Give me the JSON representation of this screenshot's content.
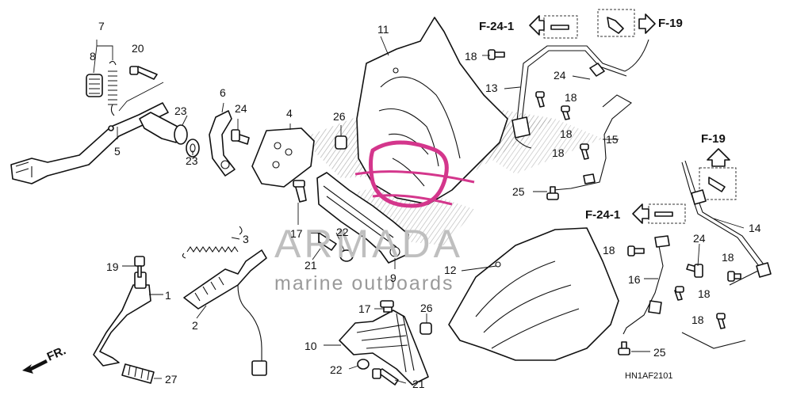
{
  "diagram": {
    "code": "HN1AF2101",
    "front_arrow": "FR.",
    "watermark": {
      "brand": "ARMADA",
      "tagline": "marine outboards"
    },
    "references": [
      {
        "id": "ref-f24-top",
        "text": "F-24-1"
      },
      {
        "id": "ref-f19-top",
        "text": "F-19"
      },
      {
        "id": "ref-f19-right",
        "text": "F-19"
      },
      {
        "id": "ref-f24-mid",
        "text": "F-24-1"
      }
    ],
    "callouts": [
      {
        "id": "c7",
        "text": "7"
      },
      {
        "id": "c8",
        "text": "8"
      },
      {
        "id": "c20",
        "text": "20"
      },
      {
        "id": "c23a",
        "text": "23"
      },
      {
        "id": "c23b",
        "text": "23"
      },
      {
        "id": "c5",
        "text": "5"
      },
      {
        "id": "c6",
        "text": "6"
      },
      {
        "id": "c24a",
        "text": "24"
      },
      {
        "id": "c4",
        "text": "4"
      },
      {
        "id": "c26a",
        "text": "26"
      },
      {
        "id": "c11",
        "text": "11"
      },
      {
        "id": "c18a",
        "text": "18"
      },
      {
        "id": "c13",
        "text": "13"
      },
      {
        "id": "c24b",
        "text": "24"
      },
      {
        "id": "c18b",
        "text": "18"
      },
      {
        "id": "c18c",
        "text": "18"
      },
      {
        "id": "c18d",
        "text": "18"
      },
      {
        "id": "c15",
        "text": "15"
      },
      {
        "id": "c25a",
        "text": "25"
      },
      {
        "id": "c3",
        "text": "3"
      },
      {
        "id": "c17a",
        "text": "17"
      },
      {
        "id": "c22a",
        "text": "22"
      },
      {
        "id": "c21a",
        "text": "21"
      },
      {
        "id": "c9",
        "text": "9"
      },
      {
        "id": "c12",
        "text": "12"
      },
      {
        "id": "c14",
        "text": "14"
      },
      {
        "id": "c18e",
        "text": "18"
      },
      {
        "id": "c24c",
        "text": "24"
      },
      {
        "id": "c18f",
        "text": "18"
      },
      {
        "id": "c16",
        "text": "16"
      },
      {
        "id": "c18g",
        "text": "18"
      },
      {
        "id": "c18h",
        "text": "18"
      },
      {
        "id": "c25b",
        "text": "25"
      },
      {
        "id": "c19",
        "text": "19"
      },
      {
        "id": "c1",
        "text": "1"
      },
      {
        "id": "c2",
        "text": "2"
      },
      {
        "id": "c17b",
        "text": "17"
      },
      {
        "id": "c26b",
        "text": "26"
      },
      {
        "id": "c10",
        "text": "10"
      },
      {
        "id": "c22b",
        "text": "22"
      },
      {
        "id": "c21b",
        "text": "21"
      },
      {
        "id": "c27",
        "text": "27"
      }
    ]
  },
  "colors": {
    "line": "#111111",
    "hatch": "#9a9a9a",
    "logo": "#d4368c",
    "watermark": "#bfbfbf"
  }
}
